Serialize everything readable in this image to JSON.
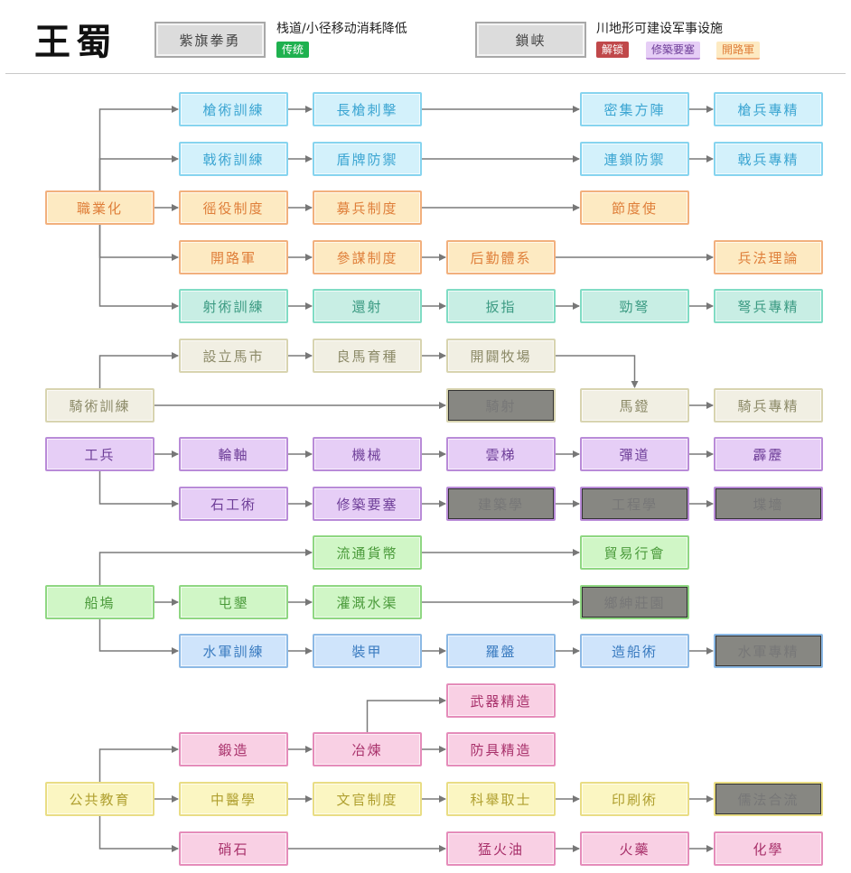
{
  "header": {
    "faction": "王蜀",
    "unit_button": "紫旗拳勇",
    "unit_desc": "栈道/小径移动消耗降低",
    "unit_badge": "传统",
    "wonder_button": "鎖峡",
    "wonder_desc": "川地形可建设军事设施",
    "wonder_badges": [
      "解锁",
      "修築要塞",
      "開路軍"
    ]
  },
  "colors": {
    "green_badge": "#1fb14f",
    "red_badge": "#c0484a",
    "locked": "#878782"
  },
  "nodes": {
    "zhiyehua": "職業化",
    "qiangshu": "槍術訓練",
    "changqiang": "長槍刺擊",
    "miji": "密集方陣",
    "qiangbing": "槍兵專精",
    "jishu": "戟術訓練",
    "dunpai": "盾牌防禦",
    "liansuo": "連鎖防禦",
    "jibing": "戟兵專精",
    "yaoyi": "徭役制度",
    "mubing": "募兵制度",
    "jiedushi": "節度使",
    "kailujun": "開路軍",
    "canmou": "參謀制度",
    "houqin": "后勤體系",
    "bingfa": "兵法理論",
    "sheshu": "射術訓練",
    "huanshe": "還射",
    "banzhi": "扳指",
    "jinnu": "勁弩",
    "nubing": "弩兵專精",
    "qishu": "騎術訓練",
    "mashi": "設立馬市",
    "liangma": "良馬育種",
    "muchang": "開闢牧場",
    "qishe": "騎射",
    "madeng": "馬鐙",
    "qibing": "騎兵專精",
    "gongbing": "工兵",
    "lunzhou": "輪軸",
    "jixie": "機械",
    "yunti": "雲梯",
    "dandao": "彈道",
    "pili": "霹靂",
    "shigong": "石工術",
    "yaosai": "修築要塞",
    "jianzhu": "建築學",
    "gongcheng": "工程學",
    "dieqiang": "堞墻",
    "chuanwu": "船塢",
    "liutong": "流通貨幣",
    "maoyi": "貿易行會",
    "tunken": "屯墾",
    "guangai": "灌溉水渠",
    "xiangshen": "鄉紳莊園",
    "shuijun": "水軍訓練",
    "zhuangjia": "裝甲",
    "luopan": "羅盤",
    "zaochuan": "造船術",
    "shuijunzj": "水軍專精",
    "wuqi": "武器精造",
    "duanzao": "鍛造",
    "yelian": "冶煉",
    "fangju": "防具精造",
    "gonggong": "公共教育",
    "zhongyi": "中醫學",
    "wenguan": "文官制度",
    "keju": "科舉取士",
    "yinshua": "印刷術",
    "rufa": "儒法合流",
    "xiaoshi": "硝石",
    "menghuo": "猛火油",
    "huoyao": "火藥",
    "huaxue": "化學"
  },
  "locked": [
    "qishe",
    "jianzhu",
    "gongcheng",
    "dieqiang",
    "xiangshen",
    "shuijunzj",
    "rufa"
  ]
}
